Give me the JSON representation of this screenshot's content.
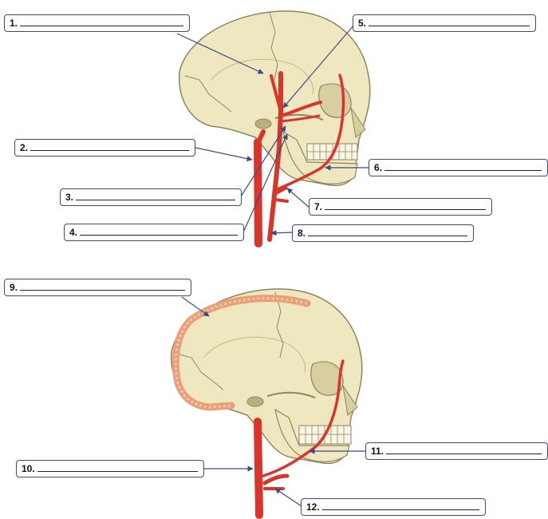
{
  "labels": [
    {
      "id": 1,
      "number": "1."
    },
    {
      "id": 2,
      "number": "2."
    },
    {
      "id": 3,
      "number": "3."
    },
    {
      "id": 4,
      "number": "4."
    },
    {
      "id": 5,
      "number": "5."
    },
    {
      "id": 6,
      "number": "6."
    },
    {
      "id": 7,
      "number": "7."
    },
    {
      "id": 8,
      "number": "8."
    },
    {
      "id": 9,
      "number": "9."
    },
    {
      "id": 10,
      "number": "10."
    },
    {
      "id": 11,
      "number": "11."
    },
    {
      "id": 12,
      "number": "12."
    }
  ],
  "colors": {
    "bone": "#efe7bf",
    "bone_outline": "#8c8560",
    "artery": "#d9352b",
    "meningeal": "#e9a07a",
    "label_border": "#3a4a8c",
    "leader_line": "#3a4a8c"
  }
}
